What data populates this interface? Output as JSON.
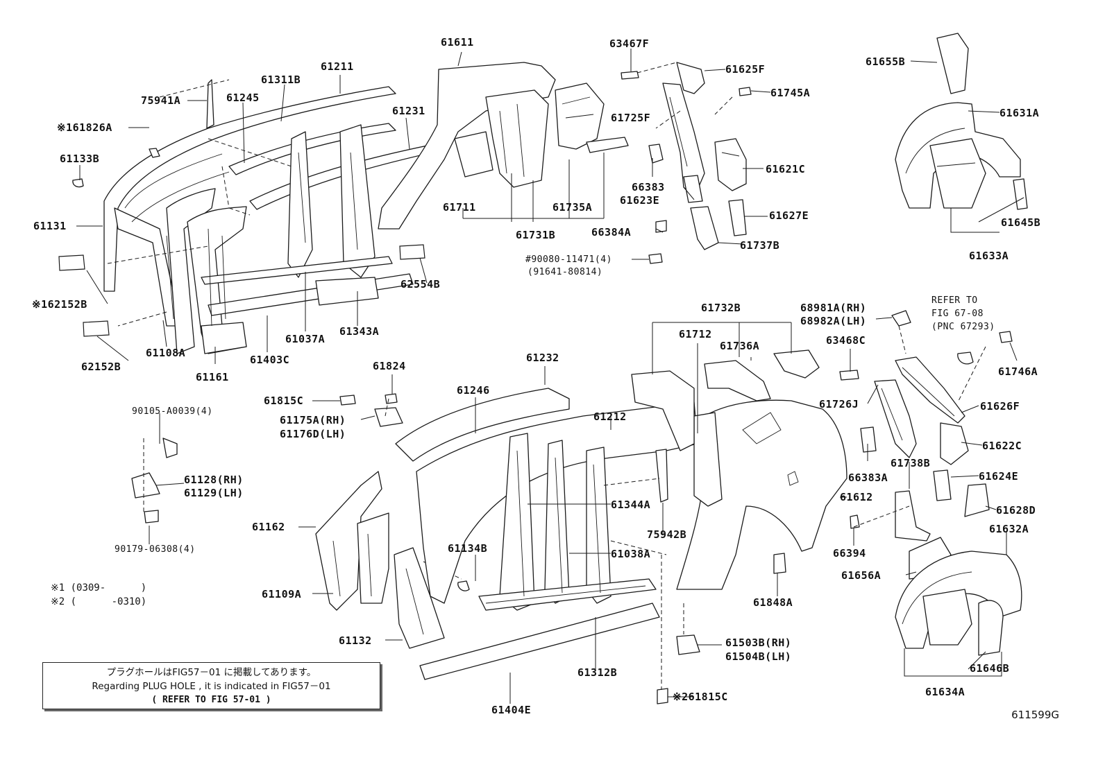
{
  "figure_id": "611599G",
  "notice": {
    "line1": "プラグホールはFIG57－01 に掲載してあります。",
    "line2": "Regarding PLUG HOLE , it is indicated in FIG57－01",
    "line3": "(  REFER TO FIG 57-01 )"
  },
  "notes": {
    "note1": "※1 (0309-      )",
    "note2": "※2 (      -0310)"
  },
  "refer": {
    "line1": "REFER TO",
    "line2": "FIG 67-08",
    "line3": "(PNC 67293)"
  },
  "labels": {
    "p61611": "61611",
    "p63467F": "63467F",
    "p61625F": "61625F",
    "p61745A": "61745A",
    "p61655B": "61655B",
    "p61631A": "61631A",
    "p61211": "61211",
    "p61311B": "61311B",
    "p75941A": "75941A",
    "p61245": "61245",
    "p61826A": "※161826A",
    "p61231": "61231",
    "p61725F": "61725F",
    "p61133B": "61133B",
    "p61621C": "61621C",
    "p66383": "66383",
    "p61623E": "61623E",
    "p61645B": "61645B",
    "p61131": "61131",
    "p61711": "61711",
    "p61735A": "61735A",
    "p61627E": "61627E",
    "p66384A": "66384A",
    "p61731B": "61731B",
    "p61633A": "61633A",
    "p61737B": "61737B",
    "p90080": "#90080-11471(4)",
    "p91641": "(91641-80814)",
    "p62554B": "62554B",
    "p62152B1": "※162152B",
    "p61343A": "61343A",
    "p61037A": "61037A",
    "p61108A": "61108A",
    "p61403C": "61403C",
    "p62152B2": "62152B",
    "p61161": "61161",
    "p61732B": "61732B",
    "p68981A": "68981A(RH)",
    "p68982A": "68982A(LH)",
    "p61712": "61712",
    "p61736A": "61736A",
    "p63468C": "63468C",
    "p61746A": "61746A",
    "p61232": "61232",
    "p61824": "61824",
    "p61246": "61246",
    "p61815C1": "61815C",
    "p61175A": "61175A(RH)",
    "p61176D": "61176D(LH)",
    "p61212": "61212",
    "p61726J": "61726J",
    "p61626F": "61626F",
    "p90105": "90105-A0039(4)",
    "p61622C": "61622C",
    "p66383A": "66383A",
    "p61738B": "61738B",
    "p61624E": "61624E",
    "p61128": "61128(RH)",
    "p61129": "61129(LH)",
    "p61344A": "61344A",
    "p61612": "61612",
    "p61628D": "61628D",
    "p61162": "61162",
    "p75942B": "75942B",
    "p61632A": "61632A",
    "p61134B": "61134B",
    "p61038A": "61038A",
    "p66394": "66394",
    "p90179": "90179-06308(4)",
    "p61656A": "61656A",
    "p61109A": "61109A",
    "p61848A": "61848A",
    "p61132": "61132",
    "p61503B": "61503B(RH)",
    "p61504B": "61504B(LH)",
    "p61646B": "61646B",
    "p61312B": "61312B",
    "p61634A": "61634A",
    "p61404E": "61404E",
    "p61815C2": "※261815C"
  }
}
